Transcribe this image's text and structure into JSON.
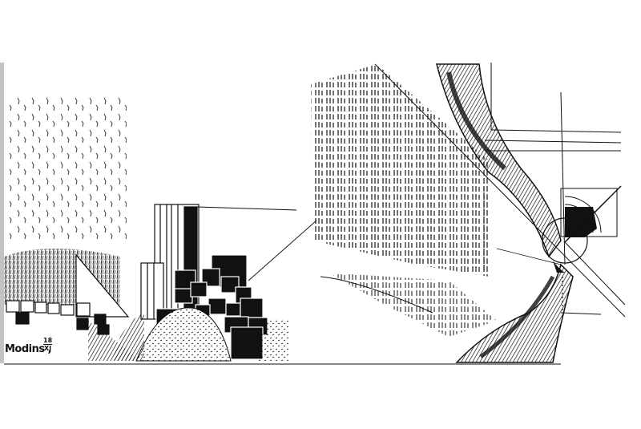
{
  "artwork": {
    "type": "ink-sketch",
    "subject": "architectural landscape drawing",
    "signature": "Modins ,",
    "date_top": "18",
    "date_bottom": "XI",
    "colors": {
      "ink": "#111111",
      "paper": "#ffffff"
    }
  }
}
